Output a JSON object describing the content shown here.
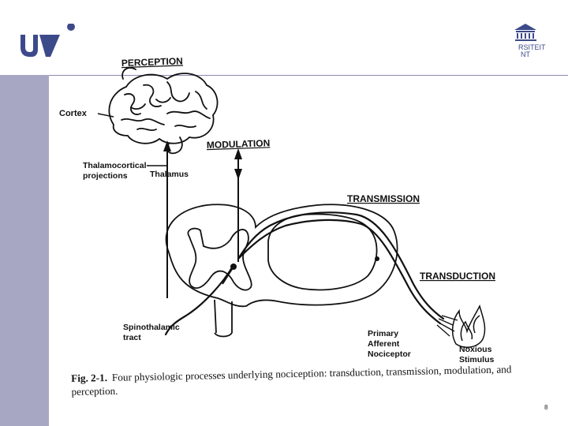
{
  "slide": {
    "logo_right_text": [
      "RSITEIT",
      "NT"
    ],
    "page_number": "8"
  },
  "diagram": {
    "labels": {
      "perception": "PERCEPTION",
      "cortex": "Cortex",
      "modulation": "MODULATION",
      "thalamocortical_1": "Thalamocortical",
      "thalamocortical_2": "projections",
      "thalamus": "Thalamus",
      "transmission": "TRANSMISSION",
      "transduction": "TRANSDUCTION",
      "spinothalamic_1": "Spinothalamic",
      "spinothalamic_2": "tract",
      "primary_1": "Primary",
      "primary_2": "Afferent",
      "primary_3": "Nociceptor",
      "noxious_1": "Noxious",
      "noxious_2": "Stimulus"
    }
  },
  "caption": {
    "prefix": "Fig. 2-1.",
    "text": "Four physiologic processes underlying nociception: transduction, transmission, modulation, and perception."
  }
}
